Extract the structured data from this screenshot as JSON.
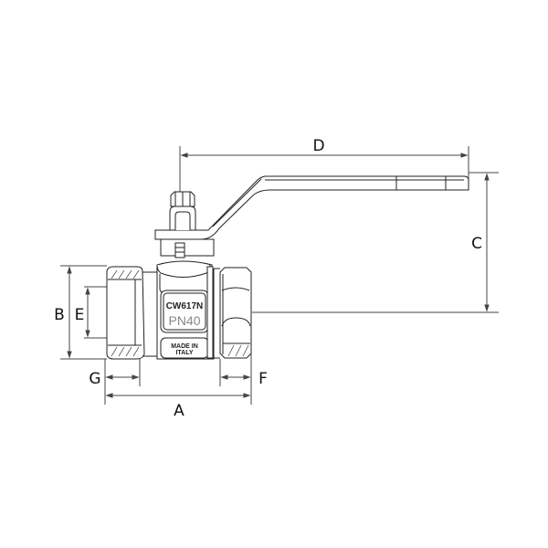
{
  "diagram": {
    "title": "Ball valve dimensional drawing",
    "dimensions": {
      "A": "A",
      "B": "B",
      "C": "C",
      "D": "D",
      "E": "E",
      "F": "F",
      "G": "G"
    },
    "markings": {
      "material": "CW617N",
      "pressure": "PN40",
      "origin_line1": "MADE IN",
      "origin_line2": "ITALY"
    },
    "colors": {
      "line": "#222222",
      "dim_line": "#444444",
      "hatch": "#555555",
      "background": "#ffffff"
    }
  }
}
